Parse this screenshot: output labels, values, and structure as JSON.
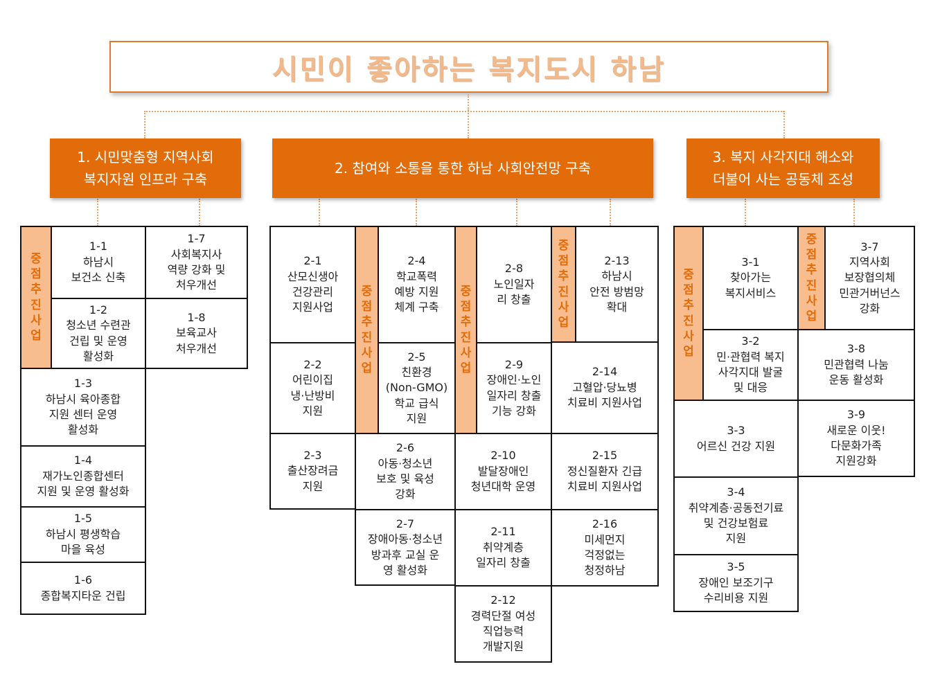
{
  "title": "시민이 좋아하는 복지도시 하남",
  "goals": {
    "g1": "1.  시민맞춤형 지역사회\n복지자원 인프라 구축",
    "g2": "2. 참여와 소통을 통한 하남 사회안전망 구축",
    "g3": "3. 복지 사각지대 해소와\n더불어 사는 공동체 조성"
  },
  "priority_label": "중\n점\n추\n진\n사\n업",
  "items": {
    "i1_1": "1-1\n하남시\n보건소 신축",
    "i1_2": "1-2\n청소년 수련관\n건립 및 운영\n활성화",
    "i1_3": "1-3\n하남시 육아종합\n지원 센터 운영\n활성화",
    "i1_4": "1-4\n재가노인종합센터\n지원 및 운영 활성화",
    "i1_5": "1-5\n하남시 평생학습\n마을 육성",
    "i1_6": "1-6\n종합복지타운 건립",
    "i1_7": "1-7\n사회복지사\n역량 강화 및\n처우개선",
    "i1_8": "1-8\n보육교사\n처우개선",
    "i2_1": "2-1\n산모신생아\n건강관리\n지원사업",
    "i2_2": "2-2\n어린이집\n냉·난방비\n지원",
    "i2_3": "2-3\n출산장려금\n지원",
    "i2_4": "2-4\n학교폭력\n예방 지원\n체계 구축",
    "i2_5": "2-5\n친환경\n(Non-GMO)\n학교 급식\n지원",
    "i2_6": "2-6\n아동·청소년\n보호 및 육성\n강화",
    "i2_7": "2-7\n장애아동·청소년\n방과후 교실 운\n영 활성화",
    "i2_8": "2-8\n노인일자\n리 창출",
    "i2_9": "2-9\n장애인·노인\n일자리 창출\n기능 강화",
    "i2_10": "2-10\n발달장애인\n청년대학 운영",
    "i2_11": "2-11\n취약계층\n일자리 창출",
    "i2_12": "2-12\n경력단절 여성\n직업능력\n개발지원",
    "i2_13": "2-13\n하남시\n안전 방범망\n확대",
    "i2_14": "2-14\n고혈압·당뇨병\n치료비 지원사업",
    "i2_15": "2-15\n정신질환자 긴급\n치료비 지원사업",
    "i2_16": "2-16\n미세먼지\n걱정없는\n청정하남",
    "i3_1": "3-1\n찾아가는\n복지서비스",
    "i3_2": "3-2\n민·관협력 복지\n사각지대 발굴\n및 대응",
    "i3_3": "3-3\n어르신 건강 지원",
    "i3_4": "3-4\n취약계층·공동전기료\n및 건강보험료\n지원",
    "i3_5": "3-5\n장애인 보조기구\n수리비용 지원",
    "i3_7": "3-7\n지역사회\n보장협의체\n민관거버넌스\n강화",
    "i3_8": "3-8\n민관협력 나눔\n운동 활성화",
    "i3_9": "3-9\n새로운 이웃!\n다문화가족\n지원강화"
  }
}
